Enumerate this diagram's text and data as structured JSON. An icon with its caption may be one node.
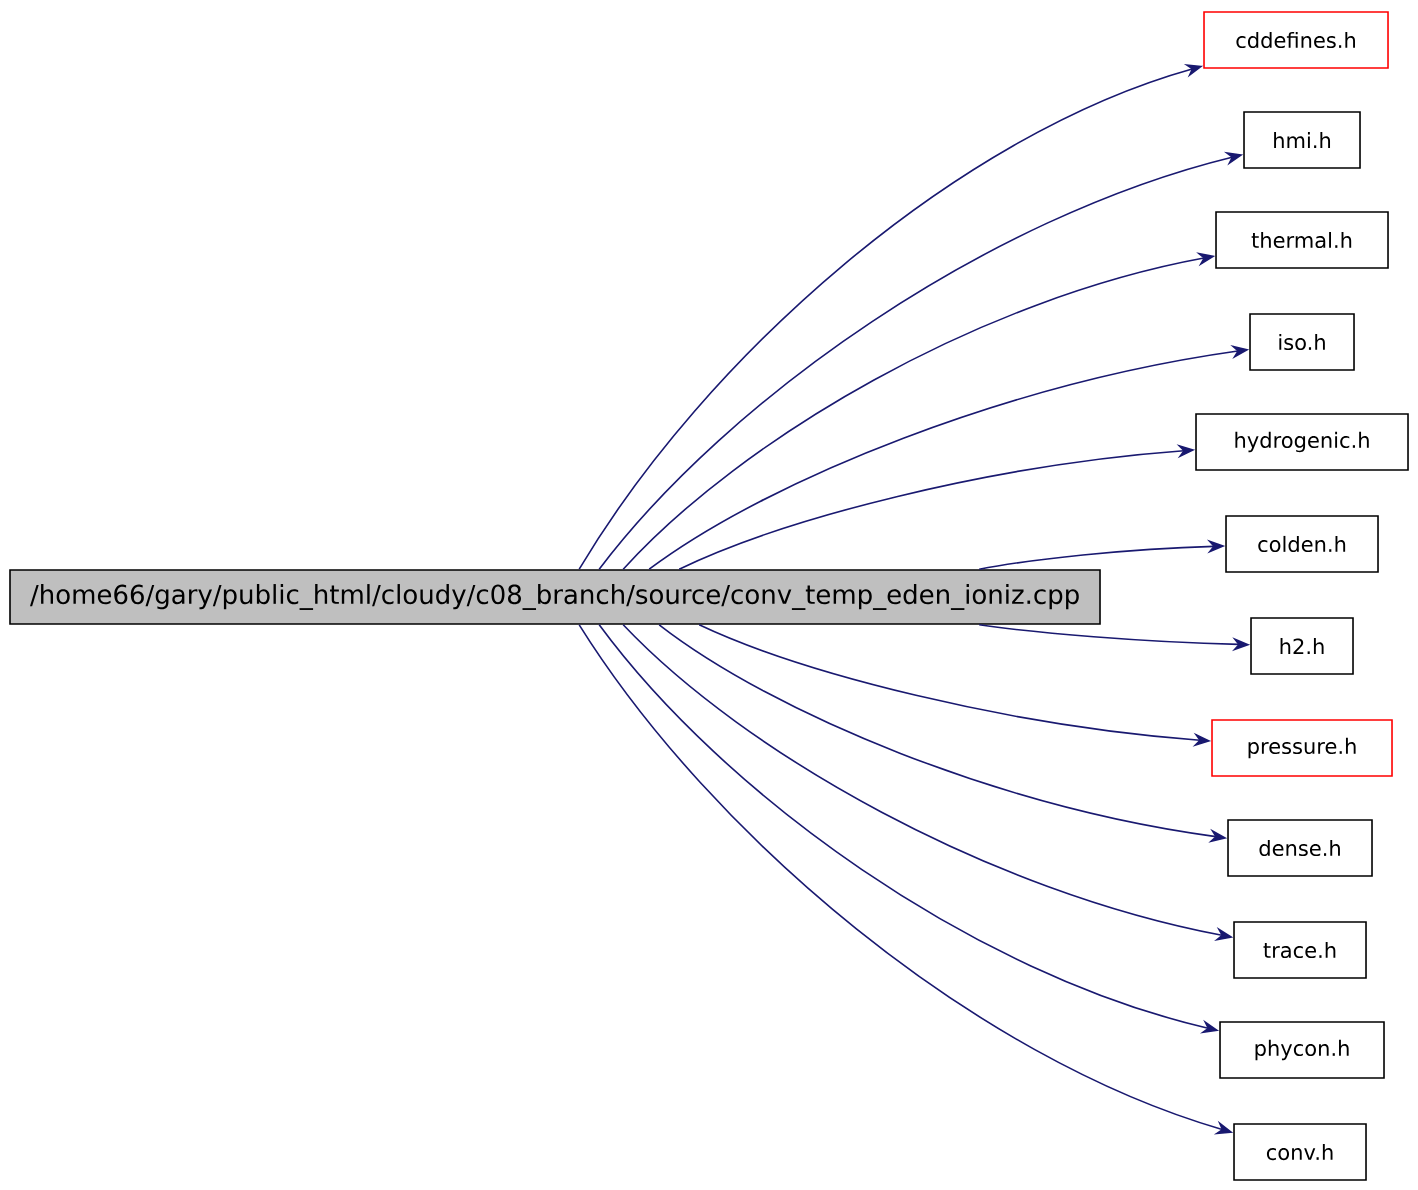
{
  "diagram": {
    "nodes": [
      {
        "text": [
          "/home66/gary/public_html/cloudy/c08_branch/source/conv_temp_eden_ioniz.cpp"
        ]
      },
      {
        "text": [
          "cddefines.h"
        ]
      },
      {
        "text": [
          "hmi.h"
        ]
      },
      {
        "text": [
          "thermal.h"
        ]
      },
      {
        "text": [
          "iso.h"
        ]
      },
      {
        "text": [
          "hydrogenic.h"
        ]
      },
      {
        "text": [
          "colden.h"
        ]
      },
      {
        "text": [
          "h2.h"
        ]
      },
      {
        "text": [
          "pressure.h"
        ]
      },
      {
        "text": [
          "dense.h"
        ]
      },
      {
        "text": [
          "trace.h"
        ]
      },
      {
        "text": [
          "phycon.h"
        ]
      },
      {
        "text": [
          "conv.h"
        ]
      }
    ],
    "edges": [
      {
        "from": 0,
        "to": 1,
        "arrow": "to"
      },
      {
        "from": 0,
        "to": 2,
        "arrow": "to"
      },
      {
        "from": 0,
        "to": 3,
        "arrow": "to"
      },
      {
        "from": 0,
        "to": 4,
        "arrow": "to"
      },
      {
        "from": 0,
        "to": 5,
        "arrow": "to"
      },
      {
        "from": 0,
        "to": 6,
        "arrow": "to"
      },
      {
        "from": 0,
        "to": 7,
        "arrow": "to"
      },
      {
        "from": 0,
        "to": 8,
        "arrow": "to"
      },
      {
        "from": 0,
        "to": 9,
        "arrow": "to"
      },
      {
        "from": 0,
        "to": 10,
        "arrow": "to"
      },
      {
        "from": 0,
        "to": 11,
        "arrow": "to"
      },
      {
        "from": 0,
        "to": 12,
        "arrow": "to"
      }
    ]
  }
}
